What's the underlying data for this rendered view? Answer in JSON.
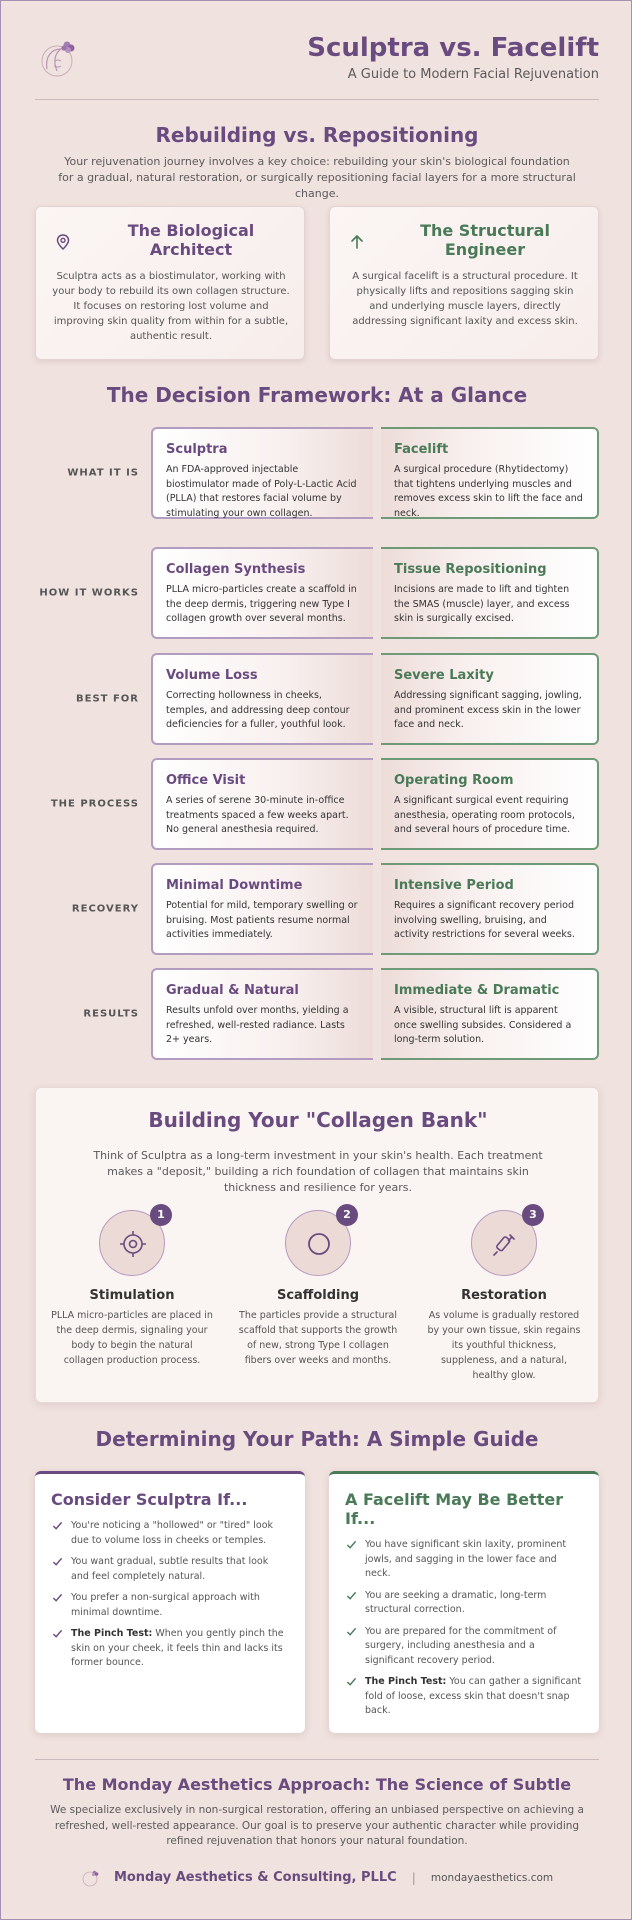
{
  "header": {
    "title": "Sculptra vs. Facelift",
    "subtitle": "A Guide to Modern Facial Rejuvenation"
  },
  "intro": {
    "heading": "Rebuilding vs. Repositioning",
    "lead": "Your rejuvenation journey involves a key choice: rebuilding your skin's biological foundation for a gradual, natural restoration, or surgically repositioning facial layers for a more structural change.",
    "cards": [
      {
        "icon": "location-pin-icon",
        "title": "The Biological Architect",
        "body": "Sculptra acts as a biostimulator, working with your body to rebuild its own collagen structure. It focuses on restoring lost volume and improving skin quality from within for a subtle, authentic result."
      },
      {
        "icon": "arrow-up-icon",
        "title": "The Structural Engineer",
        "body": "A surgical facelift is a structural procedure. It physically lifts and repositions sagging skin and underlying muscle layers, directly addressing significant laxity and excess skin."
      }
    ]
  },
  "framework": {
    "heading": "The Decision Framework: At a Glance",
    "rows": [
      {
        "label": "WHAT IT IS",
        "left_title": "Sculptra",
        "left_body": "An FDA-approved injectable biostimulator made of Poly-L-Lactic Acid (PLLA) that restores facial volume by stimulating your own collagen.",
        "right_title": "Facelift",
        "right_body": "A surgical procedure (Rhytidectomy) that tightens underlying muscles and removes excess skin to lift the face and neck."
      },
      {
        "label": "HOW IT WORKS",
        "left_title": "Collagen Synthesis",
        "left_body": "PLLA micro-particles create a scaffold in the deep dermis, triggering new Type I collagen growth over several months.",
        "right_title": "Tissue Repositioning",
        "right_body": "Incisions are made to lift and tighten the SMAS (muscle) layer, and excess skin is surgically excised."
      },
      {
        "label": "BEST FOR",
        "left_title": "Volume Loss",
        "left_body": "Correcting hollowness in cheeks, temples, and addressing deep contour deficiencies for a fuller, youthful look.",
        "right_title": "Severe Laxity",
        "right_body": "Addressing significant sagging, jowling, and prominent excess skin in the lower face and neck."
      },
      {
        "label": "THE PROCESS",
        "left_title": "Office Visit",
        "left_body": "A series of serene 30-minute in-office treatments spaced a few weeks apart. No general anesthesia required.",
        "right_title": "Operating Room",
        "right_body": "A significant surgical event requiring anesthesia, operating room protocols, and several hours of procedure time."
      },
      {
        "label": "RECOVERY",
        "left_title": "Minimal Downtime",
        "left_body": "Potential for mild, temporary swelling or bruising. Most patients resume normal activities immediately.",
        "right_title": "Intensive Period",
        "right_body": "Requires a significant recovery period involving swelling, bruising, and activity restrictions for several weeks."
      },
      {
        "label": "RESULTS",
        "left_title": "Gradual & Natural",
        "left_body": "Results unfold over months, yielding a refreshed, well-rested radiance. Lasts 2+ years.",
        "right_title": "Immediate & Dramatic",
        "right_body": "A visible, structural lift is apparent once swelling subsides. Considered a long-term solution."
      }
    ]
  },
  "bank": {
    "heading": "Building Your \"Collagen Bank\"",
    "lead": "Think of Sculptra as a long-term investment in your skin's health. Each treatment makes a \"deposit,\" building a rich foundation of collagen that maintains skin thickness and resilience for years.",
    "steps": [
      {
        "number": "1",
        "icon": "target-icon",
        "title": "Stimulation",
        "body": "PLLA micro-particles are placed in the deep dermis, signaling your body to begin the natural collagen production process."
      },
      {
        "number": "2",
        "icon": "circle-icon",
        "title": "Scaffolding",
        "body": "The particles provide a structural scaffold that supports the growth of new, strong Type I collagen fibers over weeks and months."
      },
      {
        "number": "3",
        "icon": "syringe-icon",
        "title": "Restoration",
        "body": "As volume is gradually restored by your own tissue, skin regains its youthful thickness, suppleness, and a natural, healthy glow."
      }
    ]
  },
  "path": {
    "heading": "Determining Your Path: A Simple Guide",
    "sculptra": {
      "title": "Consider Sculptra If...",
      "items": [
        {
          "bold": "",
          "text": "You're noticing a \"hollowed\" or \"tired\" look due to volume loss in cheeks or temples."
        },
        {
          "bold": "",
          "text": "You want gradual, subtle results that look and feel completely natural."
        },
        {
          "bold": "",
          "text": "You prefer a non-surgical approach with minimal downtime."
        },
        {
          "bold": "The Pinch Test:",
          "text": " When you gently pinch the skin on your cheek, it feels thin and lacks its former bounce."
        }
      ]
    },
    "facelift": {
      "title": "A Facelift May Be Better If...",
      "items": [
        {
          "bold": "",
          "text": "You have significant skin laxity, prominent jowls, and sagging in the lower face and neck."
        },
        {
          "bold": "",
          "text": "You are seeking a dramatic, long-term structural correction."
        },
        {
          "bold": "",
          "text": "You are prepared for the commitment of surgery, including anesthesia and a significant recovery period."
        },
        {
          "bold": "The Pinch Test:",
          "text": " You can gather a significant fold of loose, excess skin that doesn't snap back."
        }
      ]
    }
  },
  "footer": {
    "title": "The Monday Aesthetics Approach: The Science of Subtle",
    "body": "We specialize exclusively in non-surgical restoration, offering an unbiased perspective on achieving a refreshed, well-rested appearance. Our goal is to preserve your authentic character while providing refined rejuvenation that honors your natural foundation.",
    "company": "Monday Aesthetics & Consulting, PLLC",
    "separator": "|",
    "url": "mondayaesthetics.com"
  },
  "colors": {
    "purple": "#6a4b7f",
    "green": "#4a7a57",
    "background": "#f0e2de"
  }
}
